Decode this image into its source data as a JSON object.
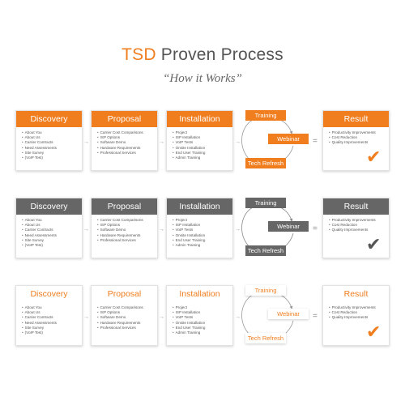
{
  "header": {
    "title_highlight": "TSD",
    "title_rest": " Proven Process",
    "subtitle": "“How it Works”"
  },
  "colors": {
    "accent": "#f07d1e",
    "dark": "#666666",
    "text": "#555555"
  },
  "icons": {
    "arrow": "arrow-right-icon",
    "check": "checkmark-icon",
    "cycle": "cycle-arrows-icon"
  },
  "rows": [
    {
      "variant": "orange",
      "discovery": {
        "title": "Discovery",
        "items": [
          "About You",
          "About Us",
          "Carrier Contracts",
          "Need Assessments",
          "Site Survey",
          "(VoIP Test)"
        ]
      },
      "proposal": {
        "title": "Proposal",
        "items": [
          "Carrier Cost Comparisons",
          "ISP Options",
          "Software Demo",
          "Hardware Requirements",
          "Professional Services"
        ]
      },
      "installation": {
        "title": "Installation",
        "items": [
          "Project",
          "ISP Installation",
          "VoIP Tests",
          "Onsite Installation",
          "End User Training",
          "Admin Training"
        ]
      },
      "cycle": {
        "training": "Training",
        "webinar": "Webinar",
        "tech_refresh": "Tech Refresh"
      },
      "equals": "=",
      "result": {
        "title": "Result",
        "items": [
          "Productivity Improvements",
          "Cost Reduction",
          "Quality Improvements"
        ]
      },
      "check": "✔"
    },
    {
      "variant": "gray",
      "discovery": {
        "title": "Discovery",
        "items": [
          "About You",
          "About Us",
          "Carrier Contracts",
          "Need Assessments",
          "Site Survey",
          "(VoIP Test)"
        ]
      },
      "proposal": {
        "title": "Proposal",
        "items": [
          "Carrier Cost Comparisons",
          "ISP Options",
          "Software Demo",
          "Hardware Requirements",
          "Professional Services"
        ]
      },
      "installation": {
        "title": "Installation",
        "items": [
          "Project",
          "ISP Installation",
          "VoIP Tests",
          "Onsite Installation",
          "End User Training",
          "Admin Training"
        ]
      },
      "cycle": {
        "training": "Training",
        "webinar": "Webinar",
        "tech_refresh": "Tech Refresh"
      },
      "equals": "=",
      "result": {
        "title": "Result",
        "items": [
          "Productivity Improvements",
          "Cost Reduction",
          "Quality Improvements"
        ]
      },
      "check": "✔"
    },
    {
      "variant": "white",
      "discovery": {
        "title": "Discovery",
        "items": [
          "About You",
          "About Us",
          "Carrier Contracts",
          "Need Assessments",
          "Site Survey",
          "(VoIP Test)"
        ]
      },
      "proposal": {
        "title": "Proposal",
        "items": [
          "Carrier Cost Comparisons",
          "ISP Options",
          "Software Demo",
          "Hardware Requirements",
          "Professional Services"
        ]
      },
      "installation": {
        "title": "Installation",
        "items": [
          "Project",
          "ISP Installation",
          "VoIP Tests",
          "Onsite Installation",
          "End User Training",
          "Admin Training"
        ]
      },
      "cycle": {
        "training": "Training",
        "webinar": "Webinar",
        "tech_refresh": "Tech Refresh"
      },
      "equals": "=",
      "result": {
        "title": "Result",
        "items": [
          "Productivity Improvements",
          "Cost Reduction",
          "Quality Improvements"
        ]
      },
      "check": "✔"
    }
  ]
}
